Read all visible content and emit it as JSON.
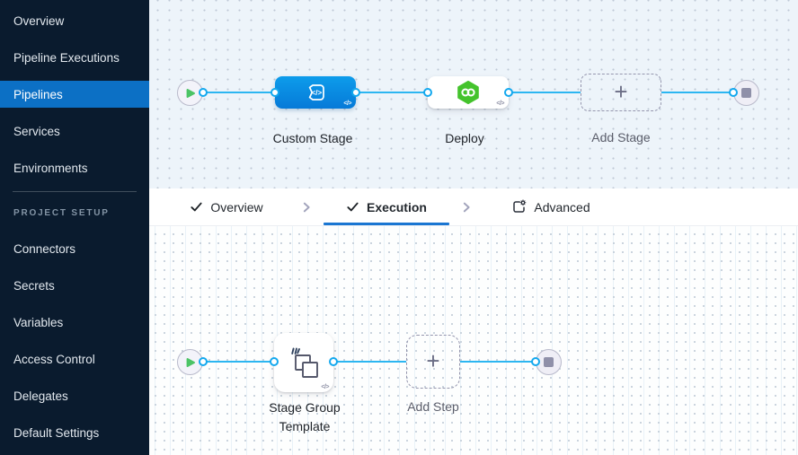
{
  "sidebar": {
    "items": [
      {
        "label": "Overview"
      },
      {
        "label": "Pipeline Executions"
      },
      {
        "label": "Pipelines"
      },
      {
        "label": "Services"
      },
      {
        "label": "Environments"
      }
    ],
    "active_item": "Pipelines",
    "section_label": "PROJECT SETUP",
    "setup_items": [
      {
        "label": "Connectors"
      },
      {
        "label": "Secrets"
      },
      {
        "label": "Variables"
      },
      {
        "label": "Access Control"
      },
      {
        "label": "Delegates"
      },
      {
        "label": "Default Settings"
      }
    ]
  },
  "tabs": {
    "items": [
      {
        "label": "Overview",
        "icon": "check-icon",
        "active": false
      },
      {
        "label": "Execution",
        "icon": "check-icon",
        "active": true
      },
      {
        "label": "Advanced",
        "icon": "advanced-gear-icon",
        "active": false
      }
    ]
  },
  "stage_canvas": {
    "nodes": [
      {
        "label": "Custom Stage",
        "type": "custom-stage",
        "code_glyph": "</>"
      },
      {
        "label": "Deploy",
        "type": "deploy-stage",
        "code_glyph": "</>"
      },
      {
        "label": "Add Stage",
        "type": "add-button",
        "plus": "+"
      }
    ]
  },
  "execution_canvas": {
    "nodes": [
      {
        "label": "Stage Group Template",
        "type": "stage-group-template",
        "code_glyph": "</>"
      },
      {
        "label": "Add Step",
        "type": "add-button",
        "plus": "+"
      }
    ]
  },
  "colors": {
    "accent_blue": "#1a76d2",
    "node_blue": "#0a8ee4",
    "edge_blue": "#2cb6f1",
    "deploy_green": "#44c32c",
    "play_green": "#4cc466",
    "sidebar_bg": "#0a1b2e",
    "sidebar_active_bg": "#0c70c5"
  }
}
